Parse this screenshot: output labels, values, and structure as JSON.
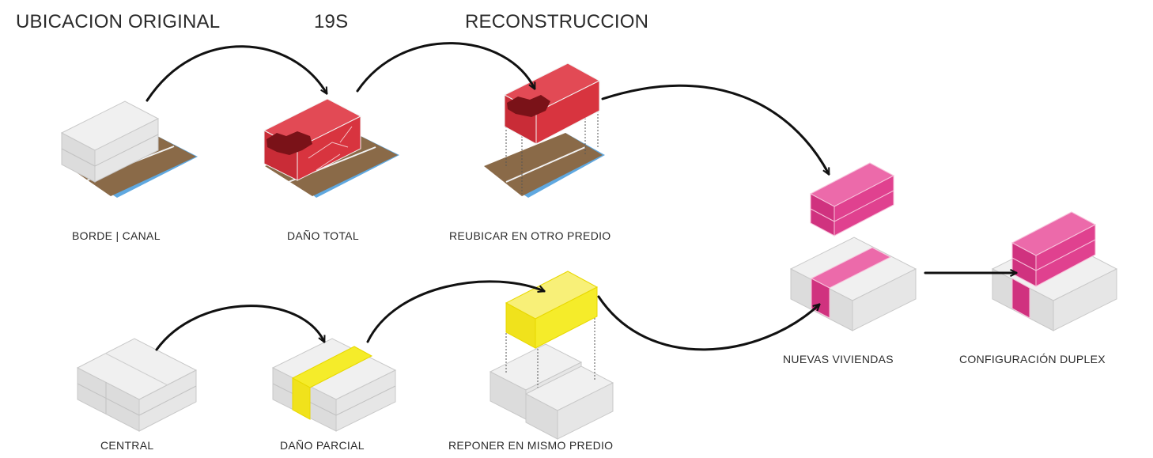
{
  "headers": {
    "original": "UBICACION ORIGINAL",
    "event": "19S",
    "reconstruction": "RECONSTRUCCION"
  },
  "labels": {
    "borde_canal": "BORDE | CANAL",
    "dano_total": "DAÑO TOTAL",
    "reubicar": "REUBICAR EN OTRO PREDIO",
    "central": "CENTRAL",
    "dano_parcial": "DAÑO PARCIAL",
    "reponer": "REPONER  EN MISMO PREDIO",
    "nuevas_viviendas": "NUEVAS VIVIENDAS",
    "configuracion_duplex": "CONFIGURACIÓN DUPLEX"
  },
  "colors": {
    "building_gray": "#e3e3e3",
    "damage_red": "#d4343f",
    "damage_dark_red": "#7a1218",
    "damage_yellow": "#f5ec2a",
    "new_pink": "#e0418f",
    "ground_brown": "#8a6a48",
    "canal_blue": "#5fa8e0",
    "arrow": "#111111"
  }
}
